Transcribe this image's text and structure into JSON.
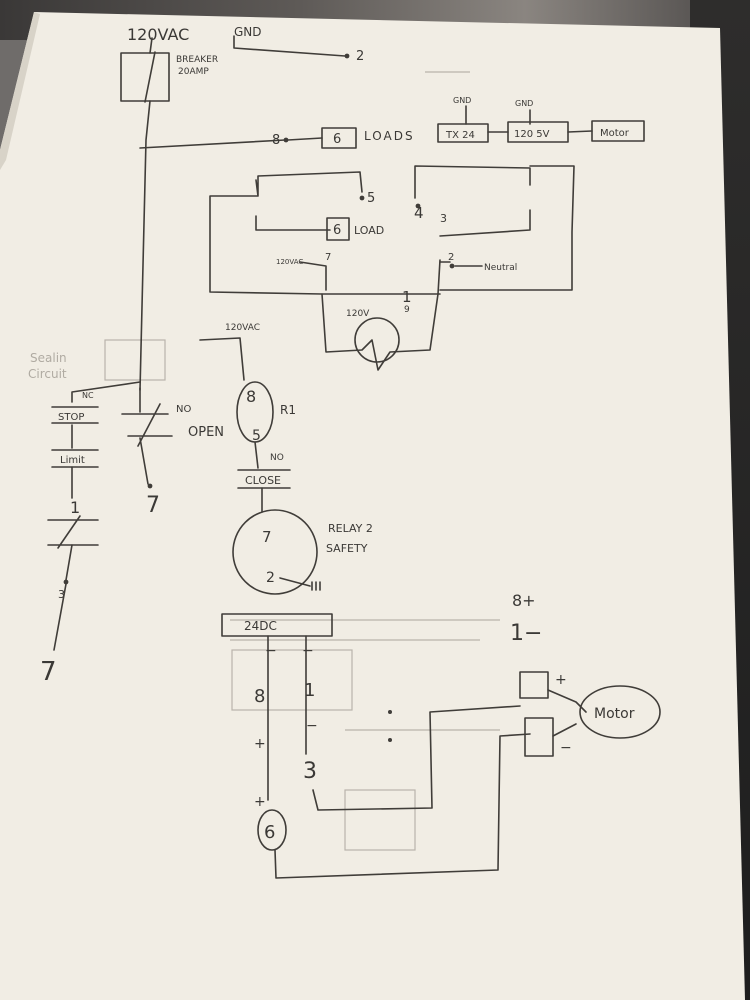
{
  "labels": {
    "supply": "120VAC",
    "gnd_top": "GND",
    "term2_top": "2",
    "breaker": "BREAKER",
    "breaker_rating": "20AMP",
    "term8": "8",
    "term6_box": "6",
    "loads": "LOADS",
    "gnd_a": "GND",
    "gnd_b": "GND",
    "tx24": "TX 24",
    "v120_5v": "120 5V",
    "motor_box": "Motor",
    "t5": "5",
    "t4": "4",
    "t3": "3",
    "t6_load": "6",
    "load": "LOAD",
    "v120_small": "120VAC",
    "t7_small": "7",
    "t2_neutral": "2",
    "neutral": "Neutral",
    "t1_relay": "1",
    "t9_relay": "9",
    "v120_relay": "120V",
    "sealin": "Sealin",
    "circuit": "Circuit",
    "v120_mid": "120VAC",
    "nc": "NC",
    "stop": "STOP",
    "limit": "Limit",
    "t1_left": "1",
    "t3_left": "3",
    "t7_left": "7",
    "no_open": "NO",
    "open": "OPEN",
    "t7_open": "7",
    "r1_top": "8",
    "r1_label": "R1",
    "r1_bottom": "5",
    "no_close": "NO",
    "close": "CLOSE",
    "relay2_top": "7",
    "relay2_label": "RELAY 2",
    "safety": "SAFETY",
    "relay2_bottom": "2",
    "supply_24dc": "24DC",
    "minus_a": "−",
    "minus_b": "−",
    "t8_bot": "8",
    "t1_bot": "1",
    "minus_c": "−",
    "plus_a": "+",
    "t3_bot": "3",
    "plus_b": "+",
    "t6_bot": "6",
    "t8_plus": "8+",
    "t1_minus": "1−",
    "plus_motor": "+",
    "minus_motor": "−",
    "motor": "Motor"
  }
}
